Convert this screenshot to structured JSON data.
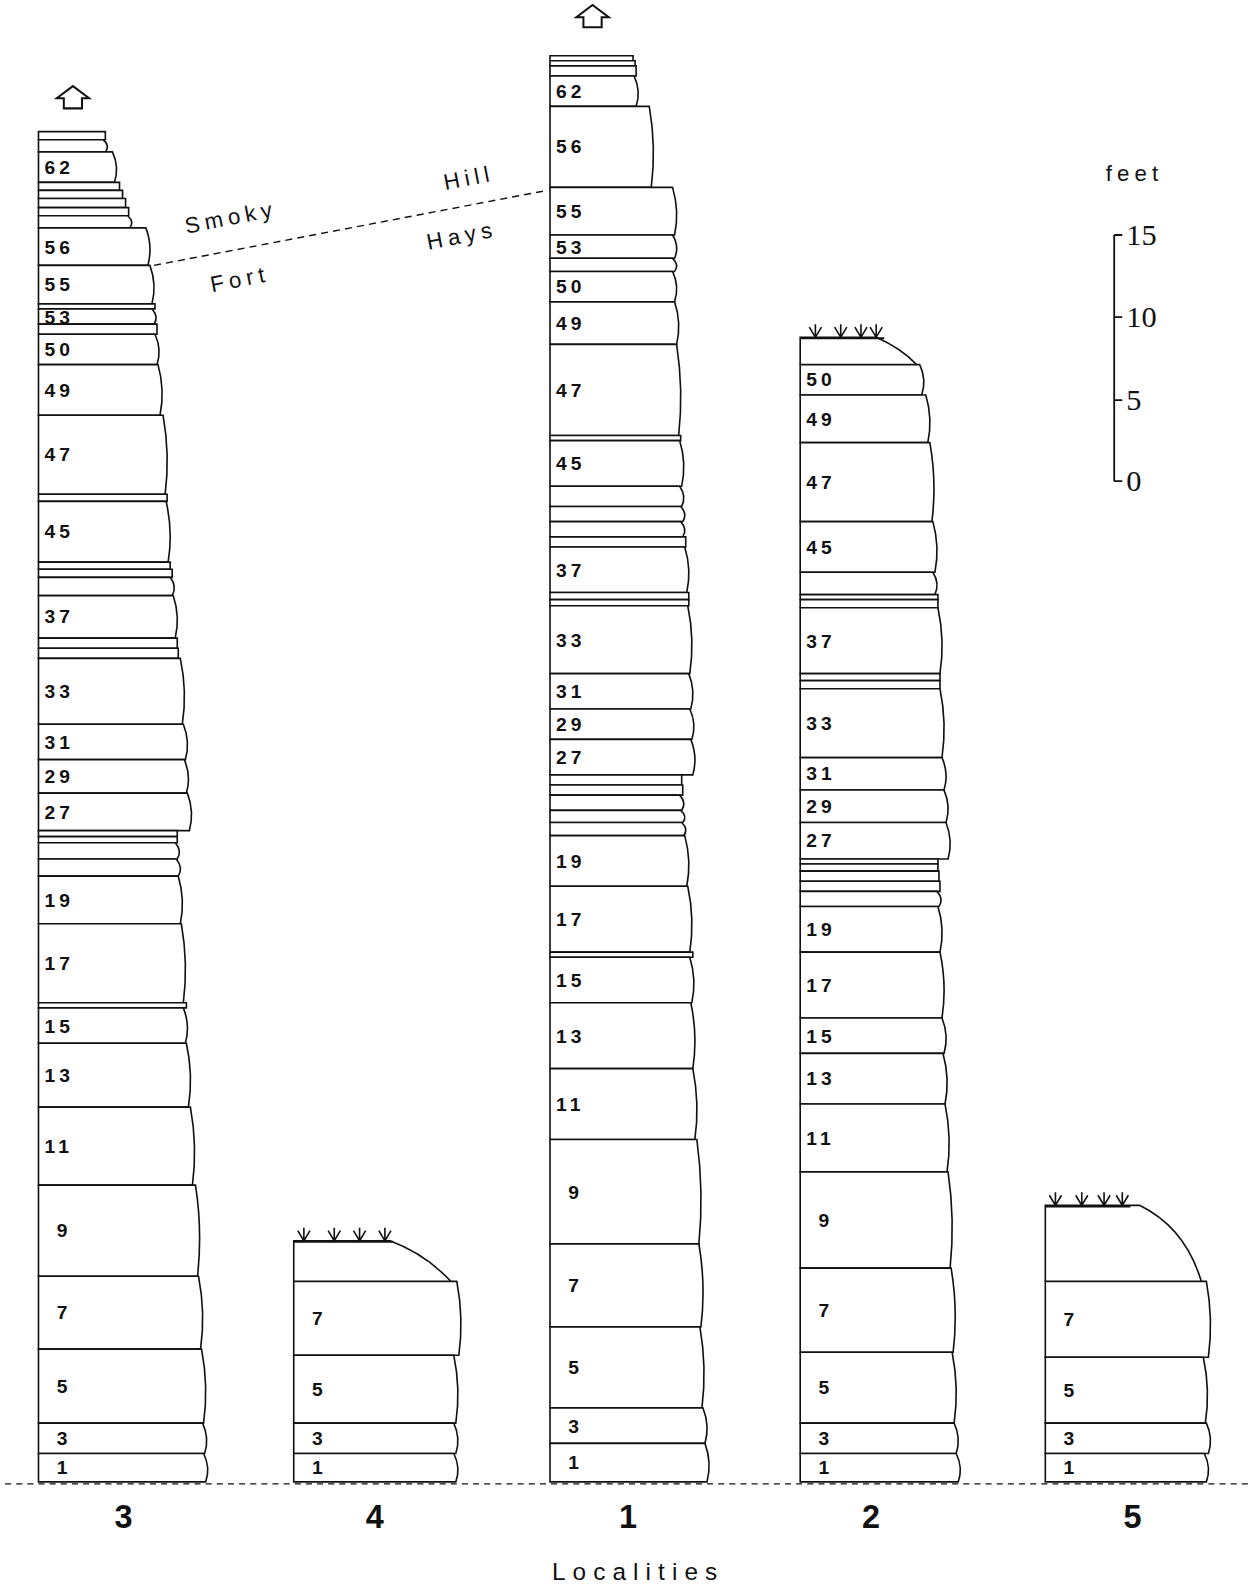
{
  "diagram": {
    "labels": [
      "62",
      "56",
      "55",
      "53",
      "50",
      "49",
      "47",
      "45",
      "37",
      "33",
      "31",
      "29",
      "27",
      "19",
      "17",
      "15",
      "13",
      "11",
      "9",
      "7",
      "5",
      "3",
      "1",
      "7",
      "5",
      "3",
      "1",
      "62",
      "56",
      "55",
      "53",
      "50",
      "49",
      "47",
      "45",
      "37",
      "33",
      "31",
      "29",
      "27",
      "19",
      "17",
      "15",
      "13",
      "11",
      "9",
      "7",
      "5",
      "3",
      "1",
      "50",
      "49",
      "47",
      "45",
      "37",
      "33",
      "31",
      "29",
      "27",
      "19",
      "17",
      "15",
      "13",
      "11",
      "9",
      "7",
      "5",
      "3",
      "1",
      "7",
      "5",
      "3",
      "1",
      "Smoky",
      "Hill",
      "Fort",
      "Hays",
      "feet",
      "15",
      "10",
      "5",
      "0",
      "3",
      "4",
      "1",
      "2",
      "5",
      "Localities"
    ]
  }
}
